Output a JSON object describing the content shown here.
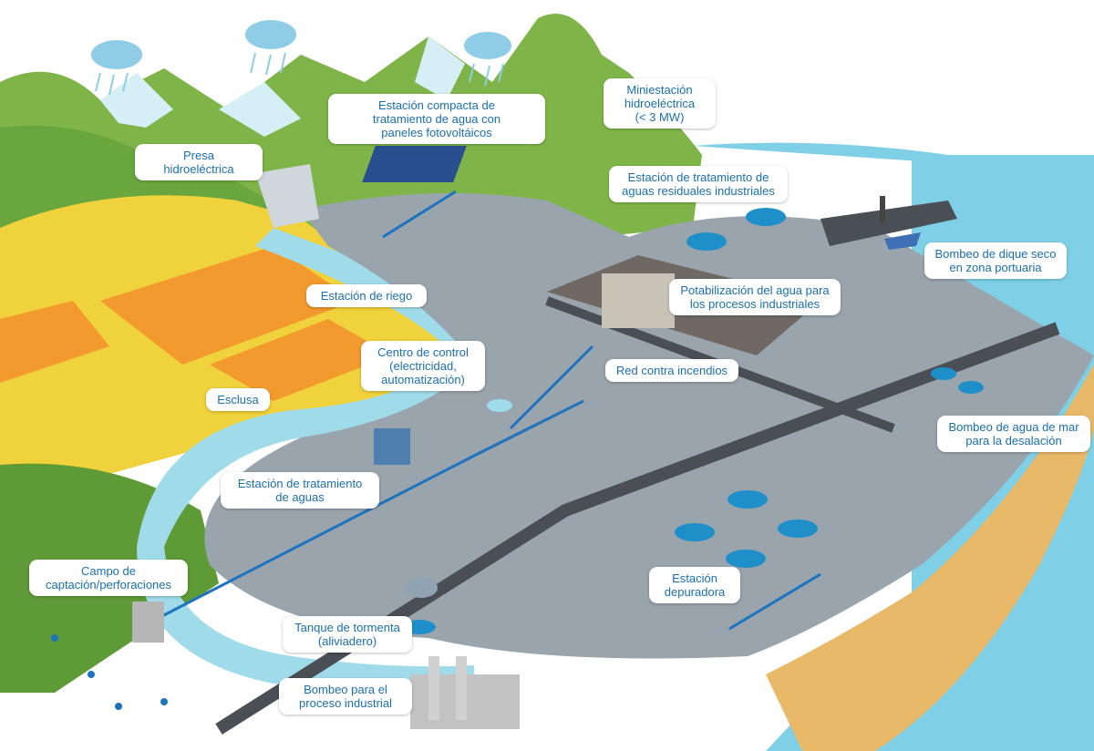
{
  "labels": {
    "presa": [
      "Presa",
      "hidroeléctrica"
    ],
    "compacta": [
      "Estación compacta de",
      "tratamiento de agua con",
      "paneles fotovoltáicos"
    ],
    "mini": [
      "Miniestación",
      "hidroeléctrica",
      "(< 3 MW)"
    ],
    "residuales": [
      "Estación de tratamiento de",
      "aguas residuales industriales"
    ],
    "dique": [
      "Bombeo de dique seco",
      "en zona portuaria"
    ],
    "riego": [
      "Estación de riego"
    ],
    "potabilizacion": [
      "Potabilización del agua para",
      "los procesos industriales"
    ],
    "control": [
      "Centro de control",
      "(electricidad,",
      "automatización)"
    ],
    "incendios": [
      "Red contra incendios"
    ],
    "esclusa": [
      "Esclusa"
    ],
    "mar": [
      "Bombeo de agua de mar",
      "para la desalación"
    ],
    "tratamiento": [
      "Estación de tratamiento",
      "de aguas"
    ],
    "campo": [
      "Campo de",
      "captación/perforaciones"
    ],
    "depuradora": [
      "Estación",
      "depuradora"
    ],
    "tormenta": [
      "Tanque de tormenta",
      "(aliviadero)"
    ],
    "bombeo_industrial": [
      "Bombeo para el",
      "proceso industrial"
    ]
  },
  "colors": {
    "sky": "#ffffff",
    "sea": "#7fd0e6",
    "river": "#9fdbe9",
    "mountain": "#7fb548",
    "mountain_dark": "#5e9a36",
    "snow": "#d6eef6",
    "field_yellow": "#f0d23c",
    "field_orange": "#f29a2e",
    "ground": "#9aa4ad",
    "road": "#4a4f55",
    "industrial": "#6f6863",
    "beach": "#e9b96a",
    "label_text": "#1b6fb0",
    "pipe": "#1e73be"
  },
  "icons": [
    "rain-cloud-icon",
    "storm-cloud-icon",
    "solar-panel-icon",
    "dam-icon",
    "crane-icon",
    "ship-icon",
    "factory-icon",
    "water-tower-icon",
    "house-icon",
    "tree-icon",
    "well-icon"
  ]
}
